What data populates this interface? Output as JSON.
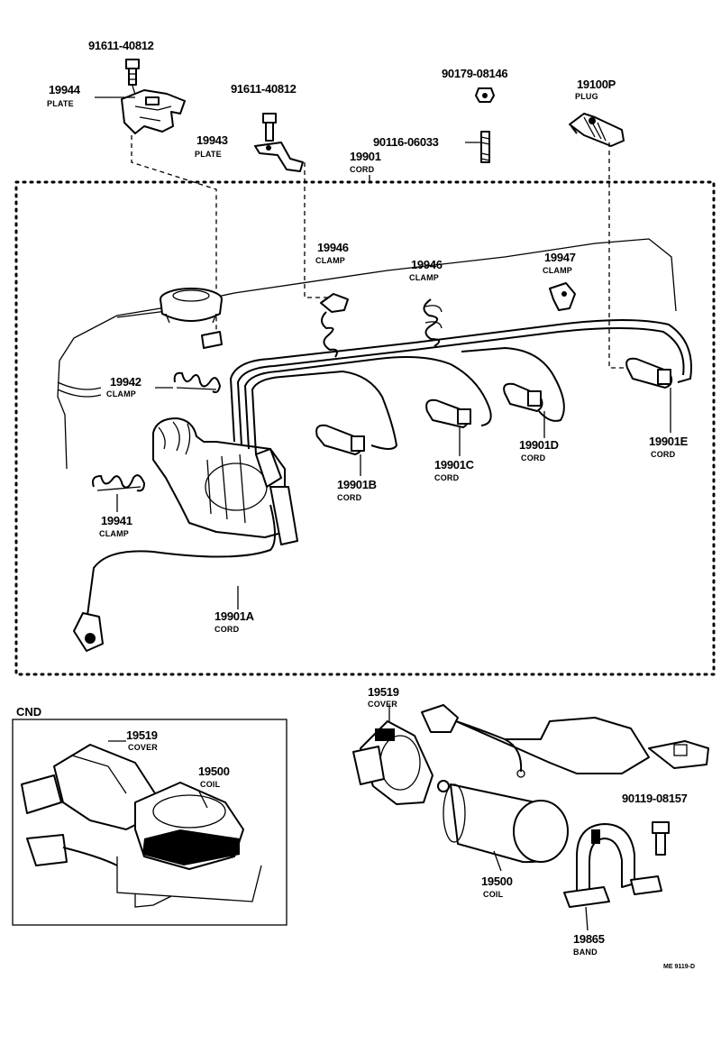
{
  "callouts": [
    {
      "id": "c1",
      "number": "91611-40812",
      "label": ""
    },
    {
      "id": "c2",
      "number": "19944",
      "label": "PLATE"
    },
    {
      "id": "c3",
      "number": "91611-40812",
      "label": ""
    },
    {
      "id": "c4",
      "number": "19943",
      "label": "PLATE"
    },
    {
      "id": "c5",
      "number": "90179-08146",
      "label": ""
    },
    {
      "id": "c6",
      "number": "19100P",
      "label": "PLUG"
    },
    {
      "id": "c7",
      "number": "90116-06033",
      "label": ""
    },
    {
      "id": "c8",
      "number": "19901",
      "label": "CORD"
    },
    {
      "id": "c9",
      "number": "19946",
      "label": "CLAMP"
    },
    {
      "id": "c10",
      "number": "19946",
      "label": "CLAMP"
    },
    {
      "id": "c11",
      "number": "19947",
      "label": "CLAMP"
    },
    {
      "id": "c12",
      "number": "19942",
      "label": "CLAMP"
    },
    {
      "id": "c13",
      "number": "19941",
      "label": "CLAMP"
    },
    {
      "id": "c14",
      "number": "19901B",
      "label": "CORD"
    },
    {
      "id": "c15",
      "number": "19901C",
      "label": "CORD"
    },
    {
      "id": "c16",
      "number": "19901D",
      "label": "CORD"
    },
    {
      "id": "c17",
      "number": "19901E",
      "label": "CORD"
    },
    {
      "id": "c18",
      "number": "19901A",
      "label": "CORD"
    },
    {
      "id": "c19",
      "number": "19519",
      "label": "COVER"
    },
    {
      "id": "c20",
      "number": "19500",
      "label": "COIL"
    },
    {
      "id": "c21",
      "number": "19519",
      "label": "COVER"
    },
    {
      "id": "c22",
      "number": "90119-08157",
      "label": ""
    },
    {
      "id": "c23",
      "number": "19500",
      "label": "COIL"
    },
    {
      "id": "c24",
      "number": "19865",
      "label": "BAND"
    }
  ],
  "inset_title": "CND",
  "reference": "ME 9119-D"
}
